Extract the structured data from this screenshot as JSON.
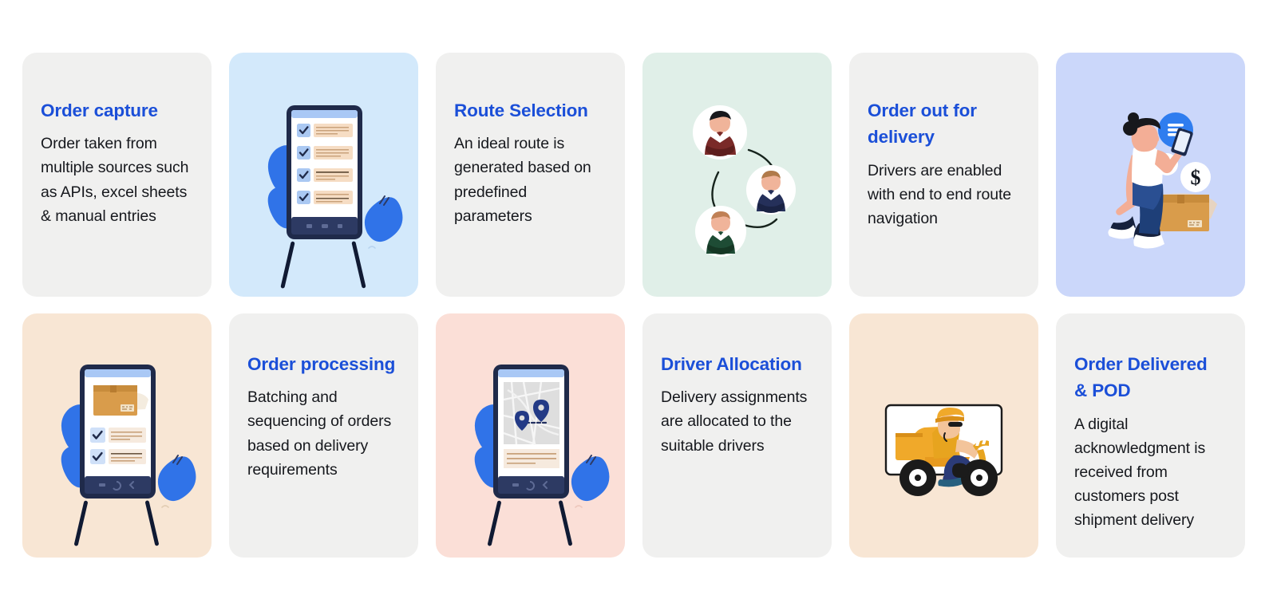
{
  "page": {
    "background": "#ffffff",
    "title_color": "#1B4FD8",
    "body_color": "#16181d"
  },
  "palette": {
    "grey": "#F0F0EF",
    "light_blue": "#D3E9FB",
    "mint": "#E0EFE8",
    "periwinkle": "#CBD7FA",
    "peach": "#F8E6D4",
    "pink": "#FBDFD7"
  },
  "cards": [
    {
      "index": 1,
      "kind": "text",
      "name": "order-capture",
      "bg": "#F0F0EF",
      "title": "Order capture",
      "body": "Order taken from multiple sources such as APIs, excel sheets & manual entries"
    },
    {
      "index": 2,
      "kind": "illustration",
      "name": "phone-checklist",
      "bg": "#D3E9FB",
      "icon": "phone-checklist-illustration",
      "alt": "Smartphone on a stand showing a checklist of four ticked items with plant leaves behind"
    },
    {
      "index": 3,
      "kind": "text",
      "name": "route-selection",
      "bg": "#F0F0EF",
      "title": "Route Selection",
      "body": "An ideal route is generated based on predefined parameters"
    },
    {
      "index": 4,
      "kind": "illustration",
      "name": "driver-network",
      "bg": "#E0EFE8",
      "icon": "three-drivers-network-illustration",
      "alt": "Three driver avatars in circles connected by curved lines"
    },
    {
      "index": 5,
      "kind": "text",
      "name": "order-out-for-delivery",
      "bg": "#F0F0EF",
      "title": "Order out for delivery",
      "body": "Drivers are enabled with end to end route navigation"
    },
    {
      "index": 6,
      "kind": "illustration",
      "name": "customer-payment",
      "bg": "#CBD7FA",
      "icon": "woman-phone-parcel-illustration",
      "alt": "Woman holding a phone beside a parcel with dollar coins and a blue menu badge"
    },
    {
      "index": 7,
      "kind": "illustration",
      "name": "phone-parcel-checklist",
      "bg": "#F8E6D4",
      "icon": "phone-parcel-checklist-illustration",
      "alt": "Smartphone showing a parcel image above two ticked checklist rows"
    },
    {
      "index": 8,
      "kind": "text",
      "name": "order-processing",
      "bg": "#F0F0EF",
      "title": "Order processing",
      "body": "Batching and sequencing of orders based on delivery requirements"
    },
    {
      "index": 9,
      "kind": "illustration",
      "name": "phone-map-route",
      "bg": "#FBDFD7",
      "icon": "phone-map-pins-illustration",
      "alt": "Smartphone showing a map with two location pins and a dotted route"
    },
    {
      "index": 10,
      "kind": "text",
      "name": "driver-allocation",
      "bg": "#F0F0EF",
      "title": "Driver Allocation",
      "body": "Delivery assignments are allocated to the suitable drivers"
    },
    {
      "index": 11,
      "kind": "illustration",
      "name": "delivery-scooter",
      "bg": "#F8E6D4",
      "icon": "scooter-rider-illustration",
      "alt": "Delivery rider on a yellow scooter carrying a cargo box, framed in a white card"
    },
    {
      "index": 12,
      "kind": "text",
      "name": "order-delivered-pod",
      "bg": "#F0F0EF",
      "title": "Order Delivered & POD",
      "body": "A digital acknowledgment is received from customers post shipment delivery"
    }
  ]
}
